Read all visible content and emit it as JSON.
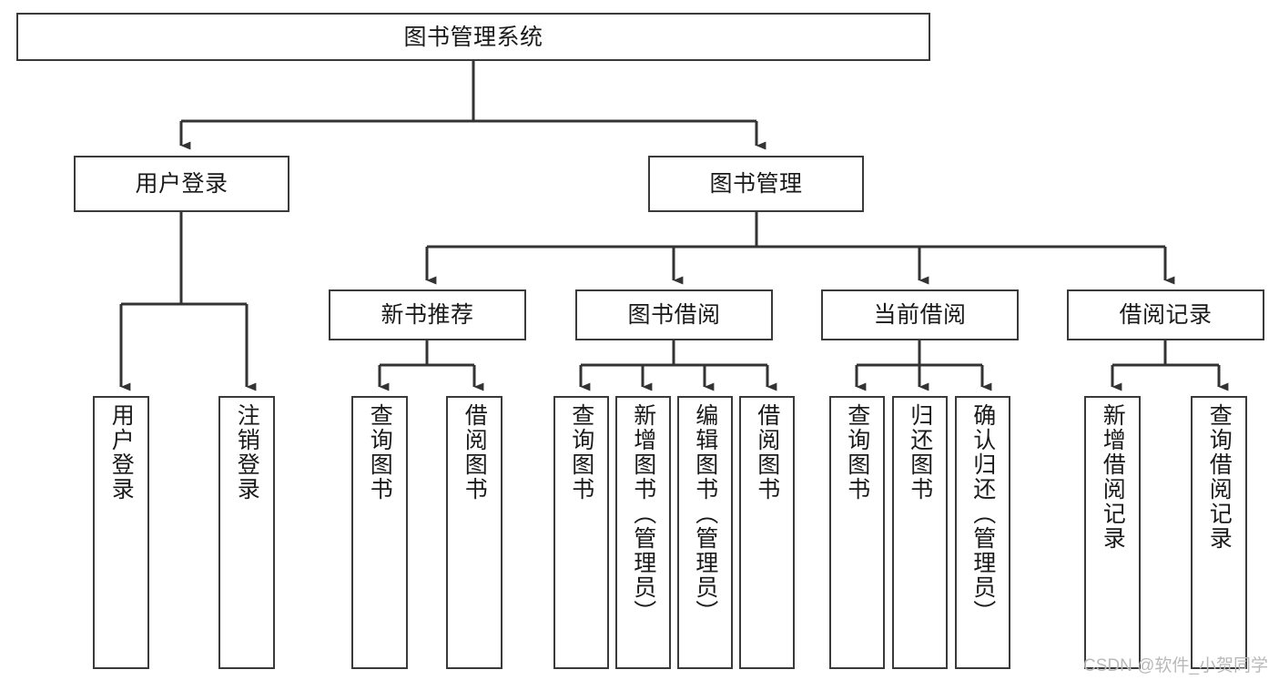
{
  "diagram": {
    "type": "tree-hierarchy",
    "title": "图书管理系统",
    "orientation": "top-down",
    "colors": {
      "box_border": "#3a3a3a",
      "box_fill": "#ffffff",
      "connector": "#333333",
      "text": "#1a1a1a",
      "watermark": "#b9b9b9",
      "background": "#ffffff"
    }
  },
  "nodes": {
    "root": {
      "label": "图书管理系统"
    },
    "level1": [
      {
        "id": "user-login",
        "label": "用户登录"
      },
      {
        "id": "book-management",
        "label": "图书管理"
      }
    ],
    "level2": [
      {
        "id": "new-book-recommend",
        "label": "新书推荐"
      },
      {
        "id": "book-borrow",
        "label": "图书借阅"
      },
      {
        "id": "current-borrow",
        "label": "当前借阅"
      },
      {
        "id": "borrow-record",
        "label": "借阅记录"
      }
    ],
    "leaves": {
      "user-login": [
        {
          "id": "leaf-user-login",
          "label": "用户登录"
        },
        {
          "id": "leaf-logout-login",
          "label": "注销登录"
        }
      ],
      "new-book-recommend": [
        {
          "id": "leaf-query-book-1",
          "label": "查询图书"
        },
        {
          "id": "leaf-borrow-book-1",
          "label": "借阅图书"
        }
      ],
      "book-borrow": [
        {
          "id": "leaf-query-book-2",
          "label": "查询图书"
        },
        {
          "id": "leaf-add-book",
          "label": "新增图书（管理员）"
        },
        {
          "id": "leaf-edit-book",
          "label": "编辑图书（管理员）"
        },
        {
          "id": "leaf-borrow-book-2",
          "label": "借阅图书"
        }
      ],
      "current-borrow": [
        {
          "id": "leaf-query-book-3",
          "label": "查询图书"
        },
        {
          "id": "leaf-return-book",
          "label": "归还图书"
        },
        {
          "id": "leaf-confirm-return",
          "label": "确认归还（管理员）"
        }
      ],
      "borrow-record": [
        {
          "id": "leaf-add-record",
          "label": "新增借阅记录"
        },
        {
          "id": "leaf-query-record",
          "label": "查询借阅记录"
        }
      ]
    }
  },
  "watermark": {
    "text": "CSDN @软件_小贺同学"
  }
}
